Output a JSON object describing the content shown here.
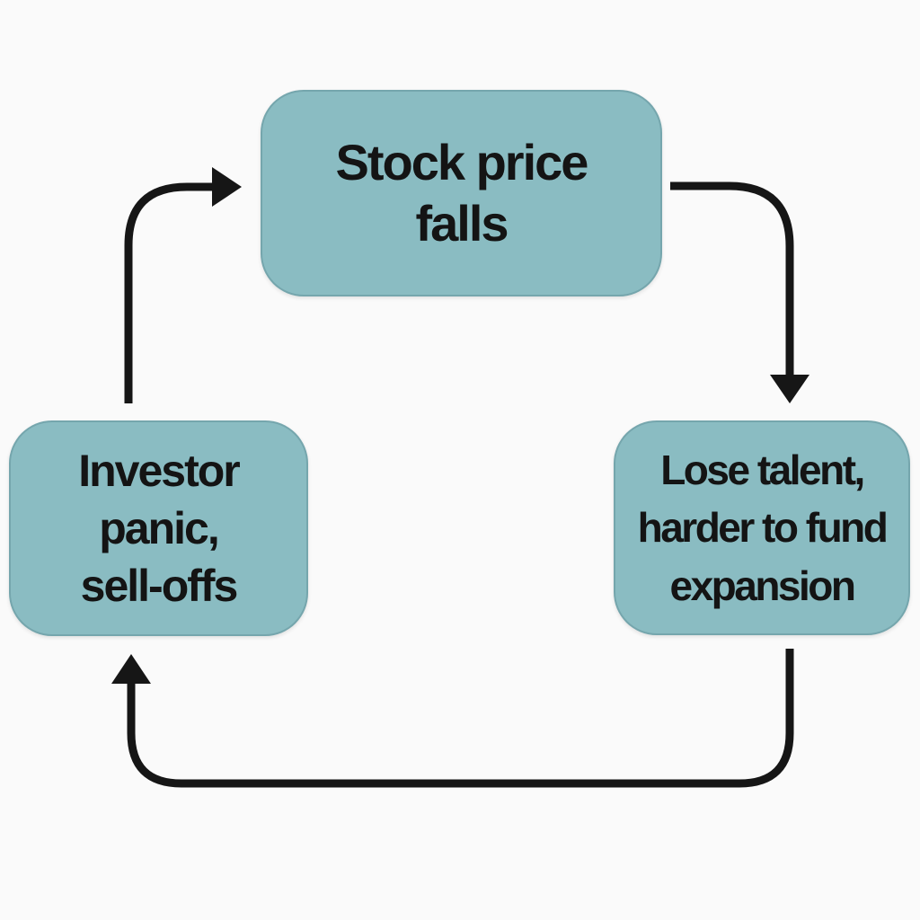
{
  "diagram": {
    "type": "cycle",
    "background": "#fafafa",
    "node_fill": "#8abcc2",
    "text_color": "#141414",
    "arrow_color": "#161616",
    "nodes": [
      {
        "id": "stock-price-falls",
        "label": "Stock price falls",
        "lines": [
          "Stock price",
          "falls"
        ],
        "position": "top"
      },
      {
        "id": "lose-talent",
        "label": "Lose talent, harder to fund expansion",
        "lines": [
          "Lose talent,",
          "harder to fund",
          "expansion"
        ],
        "position": "right"
      },
      {
        "id": "investor-panic",
        "label": "Investor panic, sell-offs",
        "lines": [
          "Investor",
          "panic,",
          "sell-offs"
        ],
        "position": "left"
      }
    ],
    "edges": [
      {
        "from": "stock-price-falls",
        "to": "lose-talent",
        "direction": "top-right-down"
      },
      {
        "from": "lose-talent",
        "to": "investor-panic",
        "direction": "bottom-left"
      },
      {
        "from": "investor-panic",
        "to": "stock-price-falls",
        "direction": "left-up-right"
      }
    ]
  }
}
